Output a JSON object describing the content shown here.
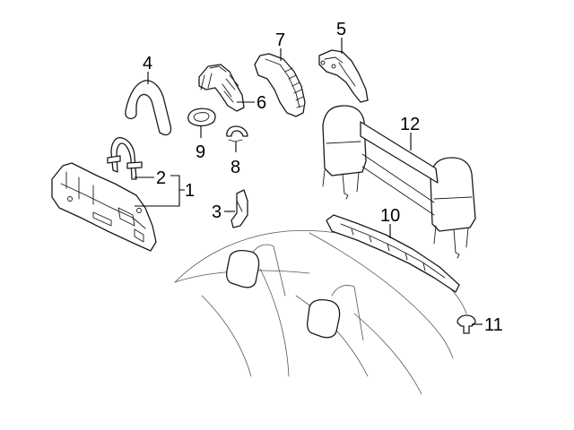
{
  "diagram": {
    "callouts": {
      "c1": "1",
      "c2": "2",
      "c3": "3",
      "c4": "4",
      "c5": "5",
      "c6": "6",
      "c7": "7",
      "c8": "8",
      "c9": "9",
      "c10": "10",
      "c11": "11",
      "c12": "12"
    },
    "colors": {
      "line": "#1a1a1a",
      "background": "#ffffff",
      "car_outline": "#555555"
    }
  }
}
